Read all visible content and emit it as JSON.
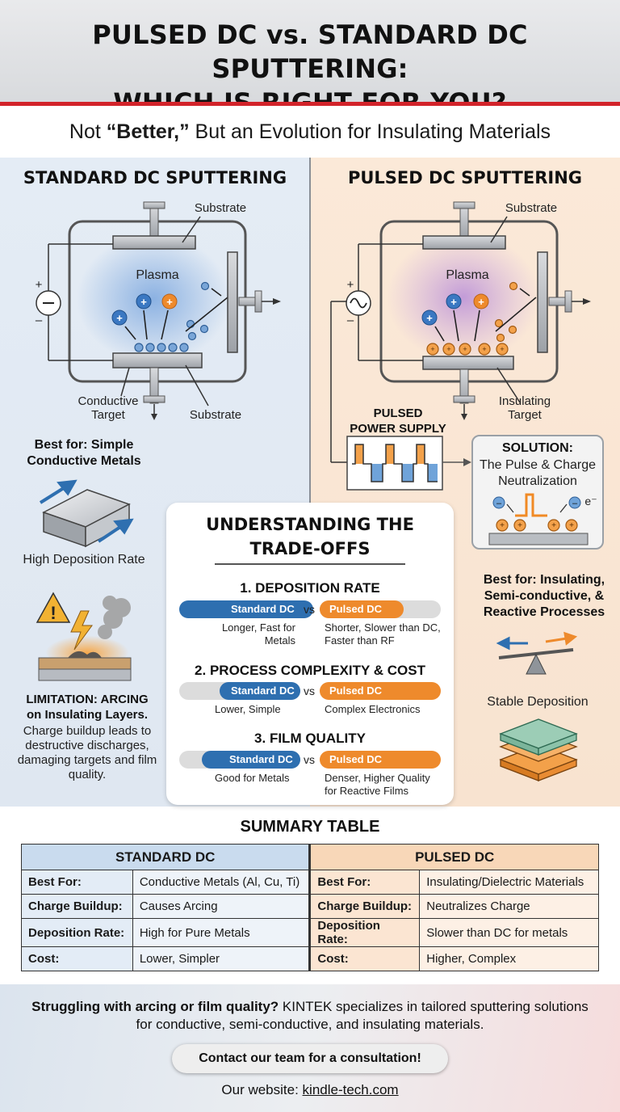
{
  "header": {
    "title_line1": "PULSED DC vs. STANDARD DC SPUTTERING:",
    "title_line2": "WHICH IS RIGHT FOR YOU?",
    "subtitle_pre": "Not ",
    "subtitle_bold": "“Better,”",
    "subtitle_post": " But an Evolution for Insulating Materials",
    "accent_color": "#d2232a"
  },
  "standard": {
    "title": "STANDARD DC SPUTTERING",
    "substrate_top": "Substrate",
    "plasma": "Plasma",
    "plus": "+",
    "minus": "–",
    "target_label": "Conductive\nTarget",
    "substrate_bottom": "Substrate",
    "best_for": "Best for: Simple\nConductive Metals",
    "rate_label": "High Deposition Rate",
    "limitation_title": "LIMITATION: ARCING\non Insulating Layers.",
    "limitation_body": "Charge buildup leads to\ndestructive discharges,\ndamaging targets and film\nquality.",
    "color": "#2e6fb0"
  },
  "pulsed": {
    "title": "PULSED DC SPUTTERING",
    "substrate_top": "Substrate",
    "plasma": "Plasma",
    "plus": "+",
    "minus": "–",
    "target_label": "Insulating\nTarget",
    "power_supply": "PULSED\nPOWER SUPPLY",
    "solution_title": "SOLUTION:",
    "solution_body": "The Pulse & Charge\nNeutralization",
    "electron": "e⁻",
    "best_for": "Best for: Insulating,\nSemi-conductive, &\nReactive Processes",
    "stable_label": "Stable Deposition",
    "color": "#ee8a2c"
  },
  "tradeoffs": {
    "title": "UNDERSTANDING THE\nTRADE-OFFS",
    "vs": "vs",
    "items": [
      {
        "heading": "1. DEPOSITION RATE",
        "standard_label": "Standard DC",
        "pulsed_label": "Pulsed DC",
        "standard_note": "Longer, Fast for\nMetals",
        "pulsed_note": "Shorter, Slower than DC,\nFaster than RF"
      },
      {
        "heading": "2. PROCESS COMPLEXITY & COST",
        "standard_label": "Standard DC",
        "pulsed_label": "Pulsed DC",
        "standard_note": "Lower, Simple",
        "pulsed_note": "Complex Electronics"
      },
      {
        "heading": "3. FILM QUALITY",
        "standard_label": "Standard DC",
        "pulsed_label": "Pulsed DC",
        "standard_note": "Good for Metals",
        "pulsed_note": "Denser, Higher Quality\nfor Reactive Films"
      }
    ]
  },
  "summary": {
    "title": "SUMMARY TABLE",
    "standard_header": "STANDARD DC",
    "pulsed_header": "PULSED DC",
    "rows": [
      {
        "key_std": "Best For:",
        "val_std": "Conductive Metals (Al, Cu, Ti)",
        "key_pul": "Best For:",
        "val_pul": "Insulating/Dielectric Materials"
      },
      {
        "key_std": "Charge Buildup:",
        "val_std": "Causes Arcing",
        "key_pul": "Charge Buildup:",
        "val_pul": "Neutralizes Charge"
      },
      {
        "key_std": "Deposition Rate:",
        "val_std": "High for Pure Metals",
        "key_pul": "Deposition Rate:",
        "val_pul": "Slower than DC for metals"
      },
      {
        "key_std": "Cost:",
        "val_std": "Lower, Simpler",
        "key_pul": "Cost:",
        "val_pul": "Higher, Complex"
      }
    ]
  },
  "footer": {
    "text_bold": "Struggling with arcing or film quality?",
    "text_rest": " KINTEK specializes in tailored sputtering solutions for conductive, semi-conductive, and insulating materials.",
    "cta": "Contact our team for a consultation!",
    "website_prefix": "Our website: ",
    "website": "kindle-tech.com"
  }
}
